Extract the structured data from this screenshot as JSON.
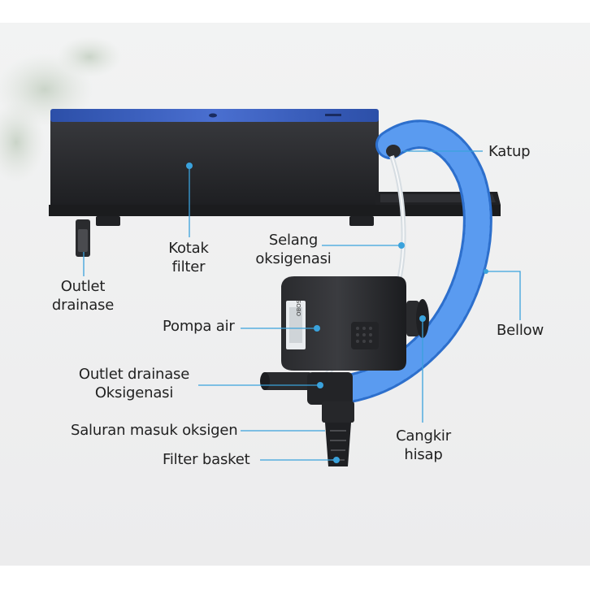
{
  "colors": {
    "background": "#ececed",
    "leader_line": "#3aa2dc",
    "hose": "#3f86e6",
    "body": "#26272a"
  },
  "labels": {
    "valve": "Katup",
    "filter_box": [
      "Kotak",
      "filter"
    ],
    "drain_outlet": [
      "Outlet",
      "drainase"
    ],
    "oxygen_hose": [
      "Selang",
      "oksigenasi"
    ],
    "bellow": "Bellow",
    "water_pump": "Pompa air",
    "oxygen_drain_outlet": [
      "Outlet drainase",
      "Oksigenasi"
    ],
    "oxygen_inlet": "Saluran masuk oksigen",
    "suction_cup": [
      "Cangkir",
      "hisap"
    ],
    "filter_basket": "Filter basket"
  },
  "pump_brand": "SOBO"
}
